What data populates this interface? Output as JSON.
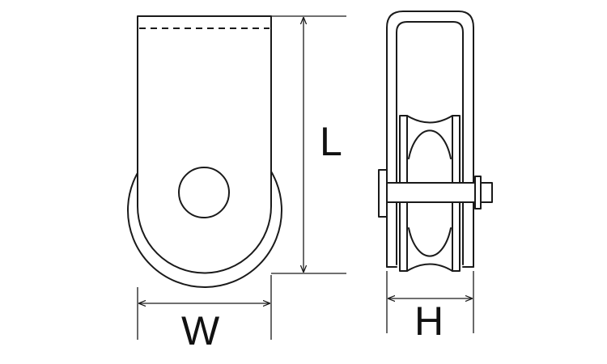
{
  "labels": {
    "length": "L",
    "width": "W",
    "height": "H"
  },
  "colors": {
    "line": "#1a1a1a",
    "background": "#ffffff"
  }
}
